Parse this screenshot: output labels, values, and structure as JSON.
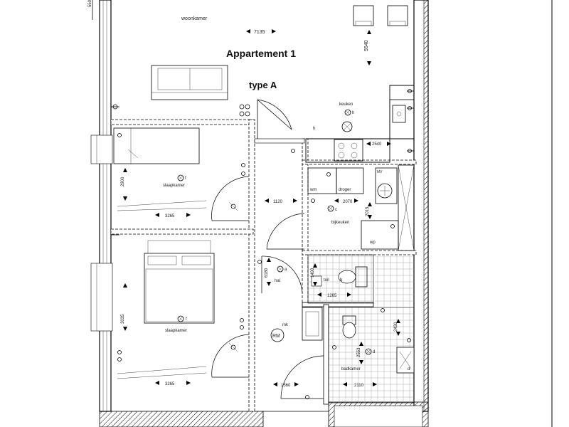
{
  "plan": {
    "title": "Appartement 1",
    "subtitle": "type A",
    "rooms": {
      "living": "woonkamer",
      "kitchen": "keuken",
      "bedroom_top": "slaapkamer",
      "bedroom_bottom": "slaapkamer",
      "utility": "bijkeuken",
      "washer": "wm",
      "dryer": "droger",
      "heat_pump": "wp",
      "toilet": "toil",
      "hall": "hal",
      "meter_cupboard": "mk",
      "bathroom": "badkamer",
      "rm": "RM",
      "mv": "MV"
    },
    "dimensions": {
      "living_width": "7135",
      "living_depth": "5540",
      "living_top": "550",
      "kitchen_width": "2540",
      "hall_width": "1120",
      "bed1_depth": "2900",
      "bed1_width": "3265",
      "bed2_depth": "3035",
      "bed2_width": "3265",
      "utility_width": "2070",
      "utility_depth": "2015",
      "hall_depth": "6180",
      "toilet_height": "1490",
      "toilet_width": "1265",
      "bathroom_width": "2110",
      "bathroom_depth": "2553",
      "bathroom_right": "2430",
      "entry_width": "1560"
    },
    "fixture_codes": {
      "kitchen_light": "h",
      "kitchen_point": "h",
      "bed1_light": "f",
      "utility_light": "c",
      "hall_light": "a",
      "bed2_light": "f",
      "toilet_light": "b",
      "bath_light": "d",
      "bath_fan": "d"
    }
  }
}
